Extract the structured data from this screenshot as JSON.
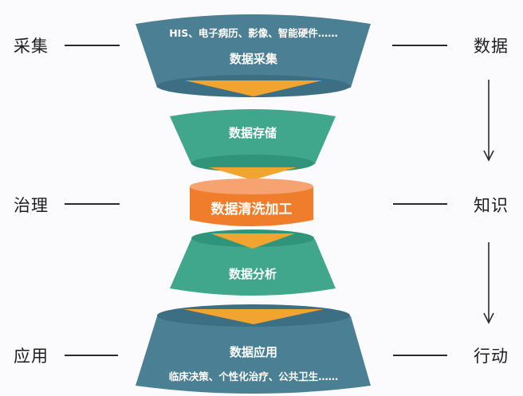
{
  "left_labels": {
    "collect": "采集",
    "govern": "治理",
    "apply": "应用"
  },
  "right_labels": {
    "data": "数据",
    "knowledge": "知识",
    "action": "行动"
  },
  "stages": {
    "collection": {
      "sources": "HIS、电子病历、影像、智能硬件……",
      "title": "数据采集"
    },
    "storage": {
      "title": "数据存储"
    },
    "cleaning": {
      "title": "数据清洗加工"
    },
    "analysis": {
      "title": "数据分析"
    },
    "application": {
      "title": "数据应用",
      "uses": "临床决策、个性化治疗、公共卫生……"
    }
  },
  "colors": {
    "dark_teal": "#4b7f93",
    "dark_teal_inner": "#3d6f84",
    "green": "#40a68c",
    "green_inner": "#2f9479",
    "orange": "#ef7d2c",
    "orange_top": "#f6a371",
    "arrow_orange": "#f2a431",
    "text_dark": "#1e1e1e"
  }
}
